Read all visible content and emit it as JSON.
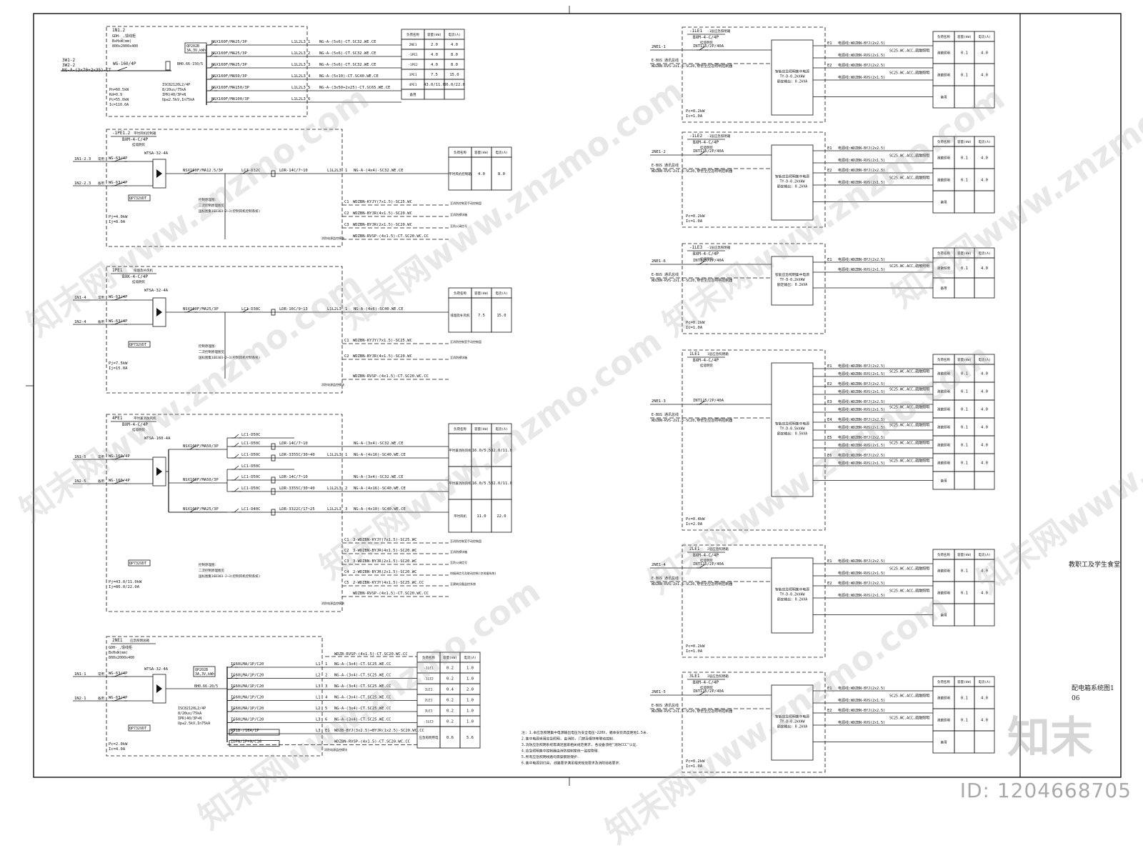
{
  "title_block": {
    "project": "教职工及学生食堂",
    "drawing_name": "配电箱系统图1",
    "sheet_no": "06"
  },
  "watermark": {
    "site": "知末网www.znzmo.com",
    "brand": "知末",
    "id": "ID: 1204668705"
  },
  "panel_1N12": {
    "name": "1N1.2",
    "desc": [
      "GDH-_,馈线柜",
      "BxHxW(mm)",
      "800x2000x400"
    ],
    "feeder": [
      "3W1-2",
      "3W2-2",
      "NG-A-(3x70+2x35)-CT"
    ],
    "breaker": "WG-160/4P",
    "ct": "BH0.66-150/5",
    "meter": [
      "QP202B",
      "3A,3V,kWh"
    ],
    "spd": [
      "ISC82120L2/4P",
      "8/20us/75kA",
      "IPR(40/3P+N",
      "Up≤2.5kV,In75kA"
    ],
    "load": [
      "Pn=60.5kW",
      "Kd=0.9",
      "Pc=55.0kW",
      "Ic=110.0A"
    ],
    "circuits": [
      {
        "brk": "NSX160F/MA25/3P",
        "ph": "L1L2L3",
        "no": "1",
        "cable": "NG-A-(5x6)-CT.SC32.WE.CE"
      },
      {
        "brk": "NSX160F/MA25/3P",
        "ph": "L1L2L3",
        "no": "2",
        "cable": "NG-A-(5x6)-CT.SC32.WE.CE"
      },
      {
        "brk": "NSX160F/MA25/3P",
        "ph": "L1L2L3",
        "no": "3",
        "cable": "NG-A-(5x6)-CT.SC32.WE.CE"
      },
      {
        "brk": "NSX160F/MA50/3P",
        "ph": "L1L2L3",
        "no": "4",
        "cable": "NG-A-(5x10)-CT.SC40.WE.CE"
      },
      {
        "brk": "NSX160F/MA150/3P",
        "ph": "L1L2L3",
        "no": "5",
        "cable": "NG-A-(3x50+2x25)-CT.SC65.WE.CE"
      },
      {
        "brk": "NSX160F/MA100/3P",
        "ph": "L1L2L3",
        "no": "6",
        "cable": ""
      }
    ],
    "table_head": [
      "负荷名称",
      "容量(kW)",
      "电流(A)"
    ],
    "table": [
      [
        "2NE1",
        "2.0",
        "4.0"
      ],
      [
        "-1PE1",
        "4.0",
        "8.0"
      ],
      [
        "-1PE2",
        "4.0",
        "8.0"
      ],
      [
        "1PE1",
        "7.5",
        "15.0"
      ],
      [
        "4PE1",
        "43.0/11.0",
        "86.0/22.0"
      ],
      [
        "备用",
        "",
        ""
      ]
    ]
  },
  "panel_1PE12": {
    "name": "-1PE1.2",
    "tag": "平时风机控制箱",
    "model": "BXM-4-C/4P",
    "sub": "挂墙明装",
    "in1": "1N1-2.3",
    "in2": "1N2-2.3",
    "src1": "常用",
    "src2": "备用",
    "brk": "WG-63/4P",
    "ats": "WTSA-32-4A",
    "ctrl": "QP732VDT",
    "main": {
      "brk": "NSX100F/MA12.5/3P",
      "con": "LC1-D32C",
      "ol": "LDR-14C/7~10",
      "ph": "L1L2L3",
      "no": "1",
      "cable": "NG-A-(4x4)-SC32.WE.CE"
    },
    "aux": [
      {
        "no": "C1",
        "cable": "WDZBN-KYJY(7x1.5)-SC25.WC",
        "to": "至消防控制室手动控制盘"
      },
      {
        "no": "C2",
        "cable": "WDZBN-BYJR(4x1.5)-SC20.WC",
        "to": "至消防模块箱"
      },
      {
        "no": "C3",
        "cable": "WDZBN-BYJR(2x1.5)-SC20.WC",
        "to": "至防火阀信号"
      },
      {
        "no": "",
        "cable": "WDZBN-RVSP-(4x1.5)-CT.SC20.WC.CC",
        "to": ""
      }
    ],
    "notes": [
      "控制原理图:",
      "二次控制原理图见",
      "国标图集16D303-2~3(控制风机控制系统)"
    ],
    "load": [
      "Pj=4.0kW",
      "Ij=8.0A"
    ],
    "bus_tag": "消防电源监控模块",
    "table_head": [
      "负荷名称",
      "容量(kW)",
      "电流(A)"
    ],
    "table": [
      [
        "平时风机控制箱",
        "4.0",
        "8.0"
      ]
    ]
  },
  "panel_1PE1": {
    "name": "1PE1",
    "tag": "排烟及补风机",
    "model": "BXK-4-C/4P",
    "sub": "挂墙明装",
    "in1": "1N1-4",
    "in2": "1N2-4",
    "src1": "常用",
    "src2": "备用",
    "brk": "WG-63/4P",
    "ats": "WTSA-32-4A",
    "ctrl": "QP732VDT",
    "main": {
      "brk": "NSX100F/MA25/3P",
      "con": "LC1-D38C",
      "ol": "LDR-16C/9~13",
      "ph": "L1L2L3",
      "no": "1",
      "cable": "NG-A-(4x6)-SC40.WE.CE"
    },
    "aux": [
      {
        "no": "C1",
        "cable": "WDZBN-KYJY(7x1.5)-SC25.WC",
        "to": "至消防控制室手动控制盘"
      },
      {
        "no": "C2",
        "cable": "WDZBN-BYJR(4x1.5)-SC20.WC",
        "to": "至消防模块箱"
      },
      {
        "no": "",
        "cable": "WDZBN-RVSP-(4x1.5)-CT.SC20.WC.CC",
        "to": ""
      }
    ],
    "notes": [
      "控制原理图:",
      "二次控制原理图见",
      "国标图集16D303-2~3(控制风机控制系统)"
    ],
    "load": [
      "Pj=7.5kW",
      "Ij=15.0A"
    ],
    "bus_tag": "消防电源监控模块",
    "table_head": [
      "负荷名称",
      "容量(kW)",
      "电流(A)"
    ],
    "table": [
      [
        "排烟及补风机",
        "7.5",
        "15.0"
      ]
    ]
  },
  "panel_4PE1": {
    "name": "4PE1",
    "tag": "平时兼消防风机",
    "model": "BXM-4-C/4P",
    "sub": "挂墙明装",
    "in1": "1N1-5",
    "in2": "1N2-5",
    "src1": "常用",
    "src2": "备用",
    "brk": "WG-160/4P",
    "ats": "WTSA-160-4A",
    "ctrl": "QP732VDT",
    "groups": [
      {
        "brk": "NSX100F/MA50/3P",
        "rows": [
          {
            "con": "LC1-D50C",
            "ol": "",
            "ph": "",
            "no": "",
            "cable": ""
          },
          {
            "con": "LC1-D50C",
            "ol": "LDR-14C/7~10",
            "ph": "",
            "no": "",
            "cable": "NG-A-(3x4)-SC32.WE.CE"
          },
          {
            "con": "LC1-D50C",
            "ol": "LDR-3355C/30~40",
            "ph": "L1L2L3",
            "no": "1",
            "cable": "NG-A-(4x16)-SC40.WE.CE"
          }
        ]
      },
      {
        "brk": "NSX100F/MA50/3P",
        "rows": [
          {
            "con": "LC1-D50C",
            "ol": "",
            "ph": "",
            "no": "",
            "cable": ""
          },
          {
            "con": "LC1-D50C",
            "ol": "LDR-14C/7~10",
            "ph": "",
            "no": "",
            "cable": "NG-A-(3x4)-SC32.WE.CE"
          },
          {
            "con": "LC1-D50C",
            "ol": "LDR-3355C/30~40",
            "ph": "L1L2L3",
            "no": "2",
            "cable": "NG-A-(4x16)-SC40.WE.CE"
          }
        ]
      },
      {
        "brk": "NSX100F/MA25/3P",
        "rows": [
          {
            "con": "LC1-D40C",
            "ol": "LDR-3322C/17~25",
            "ph": "L1L2L3",
            "no": "3",
            "cable": "NG-A-(4x10)-SC40.WE.CE"
          }
        ]
      }
    ],
    "aux": [
      {
        "no": "C1",
        "cable": "3-WDZBN-KYJY(7x1.5)-SC25.WC",
        "to": "至消防控制室手动控制盘"
      },
      {
        "no": "C2",
        "cable": "3-WDZBN-BYJR(4x1.5)-SC20.WC",
        "to": "至消防模块箱"
      },
      {
        "no": "C3",
        "cable": "3-WDZBN-BYJR(2x1.5)-SC20.WC",
        "to": "至防火阀信号"
      },
      {
        "no": "C4",
        "cable": "2-WDZBN-BYJR(2x1.5)-SC20.WC",
        "to": "排烟阀信号及联动控制(仅排烟系统)"
      },
      {
        "no": "C5",
        "cable": "2-WDZBN-KYJY(4x1.5)-SC25.WC.CC",
        "to": "至建筑设备监控系统"
      },
      {
        "no": "",
        "cable": "WDZBN-RVSP-(4x1.5)-CT.SC20.WC.CC",
        "to": ""
      }
    ],
    "notes": [
      "控制原理图:",
      "二次控制原理图见",
      "国标图集16D303-2~3(控制风机控制系统)"
    ],
    "load": [
      "Pj=43.0/11.0kW",
      "Ij=86.0/22.0A"
    ],
    "bus_tag": "消防电源监控模块",
    "table_head": [
      "负荷名称",
      "容量(kW)",
      "电流(A)"
    ],
    "table": [
      [
        "平时兼消防风机",
        "16.0/5.5",
        "32.0/11.0"
      ],
      [
        "平时兼消防风机",
        "16.0/5.5",
        "32.0/11.0"
      ],
      [
        "平时风机",
        "11.0",
        "22.0"
      ]
    ]
  },
  "panel_2NE1": {
    "name": "2NE1",
    "tag": "应急照明总箱",
    "desc": [
      "GDH-_,馈线柜",
      "BxHxW(mm)",
      "800x2000x400"
    ],
    "in1": "1N1-1",
    "in2": "1N2-1",
    "src1": "常用",
    "src2": "备用",
    "brk": "WG-63/4P",
    "ats": "WTSA-32-4A",
    "ctrl": "QP732VDT",
    "ct": "BH0.66-20/5",
    "meter": [
      "QP202B",
      "3A,3V,kWh"
    ],
    "spd": [
      "ISC82120L2/4P",
      "8/20us/75kA",
      "IPR(40/3P+N",
      "Up≤2.5kV,In75kA"
    ],
    "top_cable": "WDZB-RVSP-(4x1.5)-CT.SC20.WC.CC",
    "circuits": [
      {
        "brk": "IC60LMA/1P/C20",
        "ph": "L1",
        "no": "1",
        "cable": "NG-A-(3x4)-CT.SC25.WE.CC"
      },
      {
        "brk": "IC60LMA/1P/C20",
        "ph": "L2",
        "no": "2",
        "cable": "NG-A-(3x4)-CT.SC25.WE.CC"
      },
      {
        "brk": "IC60LMA/1P/C20",
        "ph": "L3",
        "no": "3",
        "cable": "NG-A-(3x4)-CT.SC25.WE.CC"
      },
      {
        "brk": "IC60LMA/1P/C20",
        "ph": "L1",
        "no": "4",
        "cable": "NG-A-(3x4)-CT.SC25.WE.CC"
      },
      {
        "brk": "IC60LMA/1P/C20",
        "ph": "L2",
        "no": "5",
        "cable": "NG-A-(3x4)-CT.SC25.WE.CC"
      },
      {
        "brk": "IC60LMA/1P/C20",
        "ph": "L3",
        "no": "6",
        "cable": "NG-A-(3x4)-CT.SC25.WE.CC"
      },
      {
        "brk": "RT18-/16A/1P",
        "ph": "L3",
        "no": "E1",
        "cable": "WDZB-BYJ(3x2.5)+BYJR(1x2.5)-SC20.WC.CC"
      },
      {
        "brk": "IDPN/1P+N/C16",
        "ph": "",
        "no": "",
        "cable": "WDZBN-RVSP-(4x1.5)-CT.SC20.WC.CC"
      }
    ],
    "load": [
      "Pc=2.0kW",
      "Ic=4.0A"
    ],
    "bus_tag": "消防电源监控模块",
    "table_head": [
      "负荷名称",
      "容量(kW)",
      "电流(A)"
    ],
    "table": [
      [
        "-1LE1",
        "0.2",
        "1.0"
      ],
      [
        "-1LE2",
        "0.2",
        "1.0"
      ],
      [
        "1LE1",
        "0.4",
        "2.0"
      ],
      [
        "2LE1",
        "0.2",
        "1.0"
      ],
      [
        "3LE1",
        "0.2",
        "1.0"
      ],
      [
        "-1LE3",
        "0.2",
        "1.0"
      ],
      [
        "应急照明用电",
        "0.6",
        "5.6"
      ]
    ]
  },
  "notes": [
    "注: 1.本应急照明集中电源输出电压为安全电压~220V, 箱体安装高度距地1.5米.",
    "2.集中电源采用应急照明, 由消防, 门禁及模块等联动控制.",
    "3.消防应急照明系统需满足国家相关规范要求, 各设备须经\"消防CCC\"认证.",
    "4.应急照明集中控制器由消防控制室统一监控管理.",
    "5.所有应急照明线路均需穿钢管保护.",
    "6.集中电源到灯具, 线路要求满足相关规范要求及消防验收要求."
  ],
  "le_common": {
    "table_head": [
      "负荷名称",
      "容量(kW)",
      "电流(A)"
    ],
    "ebus": "E-BUS 通讯总线",
    "ebus_cable": "WDZBN-RVS-2x1.5-SC20,穿管至应急照明控制器",
    "in_brk": "INT125/2P/40A",
    "out_cable_main": "电源线:WDZBN-BYJ(2x2.5)",
    "out_cable_com": "电源线:WDZBN-RVS(2x1.5)",
    "out_tail": "SC25.WC.ACC,疏散照明",
    "load_name": "疏散照明",
    "spare": "备用"
  },
  "le_boxes": [
    {
      "name": "-1LE1",
      "tag": "-1层应急照明箱",
      "model": "BXM-4-C/4P",
      "sub": "挂墙明装",
      "feed": "2NE1-1",
      "eps": [
        "智能应急照明集中电源",
        "TY-D-0.2kVAW",
        "额定输出: 0.2kVA"
      ],
      "load": [
        "Pc=0.2kW",
        "Ic=1.0A"
      ],
      "out": [
        {
          "no": "E1",
          "val": "0.1",
          "cur": "4.0"
        },
        {
          "no": "E2",
          "val": "0.1",
          "cur": "4.0"
        }
      ]
    },
    {
      "name": "-1LE2",
      "tag": "-1层应急照明箱",
      "model": "BXM-4-C/4P",
      "sub": "挂墙明装",
      "feed": "2NE1-2",
      "eps": [
        "智能应急照明集中电源",
        "TY-D-0.2kVAW",
        "额定输出: 0.2kVA"
      ],
      "load": [
        "Pc=0.2kW",
        "Ic=1.0A"
      ],
      "out": [
        {
          "no": "E1",
          "val": "0.1",
          "cur": "4.0"
        },
        {
          "no": "E2",
          "val": "0.1",
          "cur": "4.0"
        }
      ]
    },
    {
      "name": "-1LE3",
      "tag": "-1层应急照明箱",
      "model": "BXM-4-C/4P",
      "sub": "挂墙明装",
      "feed": "2NE1-6",
      "eps": [
        "智能应急照明集中电源",
        "TY-D-0.2kVAW",
        "额定输出: 0.2kVA"
      ],
      "load": [
        "Pc=0.2kW",
        "Ic=1.0A"
      ],
      "out": [
        {
          "no": "E1",
          "val": "0.1",
          "cur": "4.0"
        }
      ]
    },
    {
      "name": "1LE1",
      "tag": "1层应急照明箱",
      "model": "BXM-4-C/4P",
      "sub": "挂墙明装",
      "feed": "2NE1-3",
      "eps": [
        "智能应急照明集中电源",
        "TY-D-0.5kVAW",
        "额定输出: 0.5kVA"
      ],
      "load": [
        "Pc=0.4kW",
        "Ic=2.0A"
      ],
      "out": [
        {
          "no": "E1",
          "val": "0.1",
          "cur": "4.0"
        },
        {
          "no": "E2",
          "val": "0.1",
          "cur": "4.0"
        },
        {
          "no": "E3",
          "val": "0.1",
          "cur": "4.0"
        },
        {
          "no": "E4",
          "val": "0.1",
          "cur": "4.0"
        },
        {
          "no": "E5",
          "val": "0.1",
          "cur": "4.0"
        },
        {
          "no": "E6",
          "val": "0.1",
          "cur": "4.0"
        }
      ]
    },
    {
      "name": "2LE1",
      "tag": "2层应急照明箱",
      "model": "BXM-4-C/4P",
      "sub": "挂墙明装",
      "feed": "2NE1-4",
      "eps": [
        "智能应急照明集中电源",
        "TY-D-0.2kVAW",
        "额定输出: 0.2kVA"
      ],
      "load": [
        "Pc=0.2kW",
        "Ic=1.0A"
      ],
      "out": [
        {
          "no": "E1",
          "val": "0.1",
          "cur": "4.0"
        },
        {
          "no": "E2",
          "val": "0.1",
          "cur": "4.0"
        }
      ]
    },
    {
      "name": "3LE1",
      "tag": "3层应急照明箱",
      "model": "BXM-4-C/4P",
      "sub": "挂墙明装",
      "feed": "2NE1-5",
      "eps": [
        "智能应急照明集中电源",
        "TY-D-0.2kVAW",
        "额定输出: 0.2kVA"
      ],
      "load": [
        "Pc=0.2kW",
        "Ic=1.0A"
      ],
      "out": [
        {
          "no": "E1",
          "val": "0.1",
          "cur": "4.0"
        },
        {
          "no": "E2",
          "val": "0.1",
          "cur": "4.0"
        }
      ]
    }
  ]
}
